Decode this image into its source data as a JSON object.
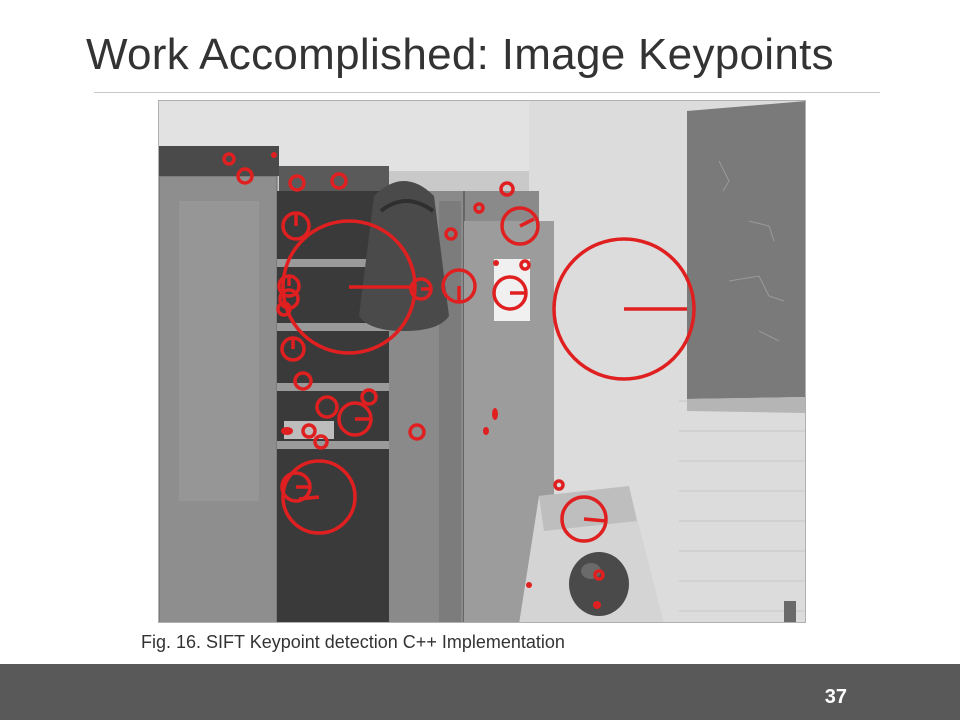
{
  "slide": {
    "title": "Work Accomplished: Image Keypoints",
    "caption": "Fig. 16. SIFT Keypoint detection C++ Implementation",
    "page_number": "37"
  },
  "figure": {
    "description_icon": "sift-keypoints-photo",
    "keypoint_color": "#e02020"
  },
  "theme": {
    "footer_color": "#595959",
    "title_color": "#333333"
  }
}
